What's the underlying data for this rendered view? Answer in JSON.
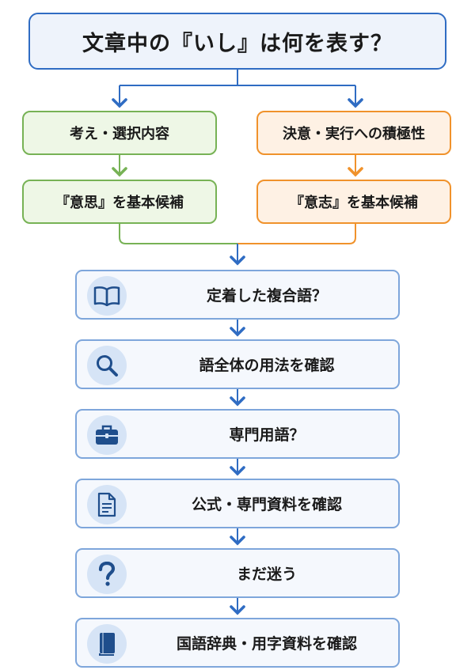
{
  "title": "文章中の『いし』は何を表す？",
  "branches": {
    "left": {
      "question": "考え・選択内容",
      "result": "『意思』を基本候補"
    },
    "right": {
      "question": "決意・実行への積極性",
      "result": "『意志』を基本候補"
    }
  },
  "steps": [
    {
      "label": "定着した複合語？",
      "icon": "book-icon"
    },
    {
      "label": "語全体の用法を確認",
      "icon": "magnifier-icon"
    },
    {
      "label": "専門用語？",
      "icon": "briefcase-icon"
    },
    {
      "label": "公式・専門資料を確認",
      "icon": "document-icon"
    },
    {
      "label": "まだ迷う",
      "icon": "question-mark-icon"
    },
    {
      "label": "国語辞典・用字資料を確認",
      "icon": "dictionary-icon"
    }
  ],
  "colors": {
    "blue": "#2f6cc3",
    "green": "#77b255",
    "orange": "#f0922b",
    "icon": "#1f4e8c"
  }
}
